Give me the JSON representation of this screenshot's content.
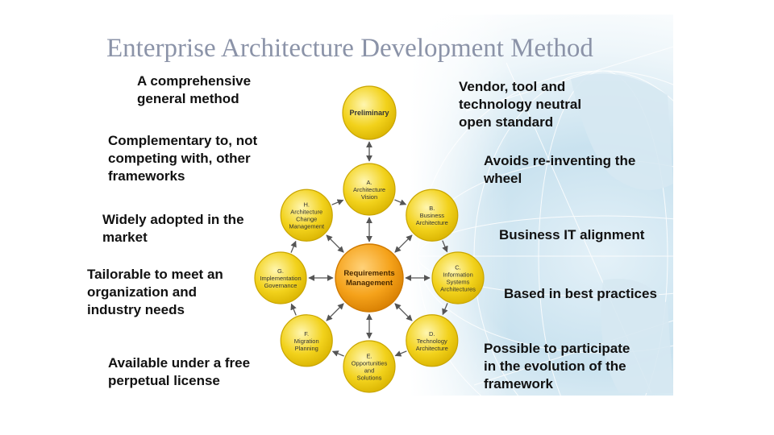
{
  "title": "Enterprise Architecture Development Method",
  "left_notes": [
    {
      "id": "comprehensive",
      "lines": [
        "A comprehensive",
        "general method"
      ]
    },
    {
      "id": "complementary",
      "lines": [
        "Complementary to, not",
        "competing with, other",
        "frameworks"
      ]
    },
    {
      "id": "widely-adopted",
      "lines": [
        "Widely adopted in the",
        "market"
      ]
    },
    {
      "id": "tailorable",
      "lines": [
        "Tailorable to meet an",
        "organization and",
        "industry needs"
      ]
    },
    {
      "id": "free-license",
      "lines": [
        "Available under a free",
        "perpetual license"
      ]
    }
  ],
  "right_notes": [
    {
      "id": "vendor-neutral",
      "lines": [
        "Vendor, tool and",
        "technology neutral",
        "open standard"
      ]
    },
    {
      "id": "reinventing",
      "lines": [
        "Avoids re-inventing the",
        "wheel"
      ]
    },
    {
      "id": "business-it",
      "lines": [
        "Business IT alignment"
      ]
    },
    {
      "id": "best-practices",
      "lines": [
        "Based in best practices"
      ]
    },
    {
      "id": "participate",
      "lines": [
        "Possible to participate",
        "in the evolution of the",
        "framework"
      ]
    }
  ],
  "diagram": {
    "preliminary": {
      "lines": [
        "Preliminary"
      ]
    },
    "center": {
      "lines": [
        "Requirements",
        "Management"
      ]
    },
    "phases": [
      {
        "id": "a",
        "lines": [
          "A.",
          "Architecture",
          "Vision"
        ]
      },
      {
        "id": "b",
        "lines": [
          "B.",
          "Business",
          "Architecture"
        ]
      },
      {
        "id": "c",
        "lines": [
          "C.",
          "Information",
          "Systems",
          "Architectures"
        ]
      },
      {
        "id": "d",
        "lines": [
          "D.",
          "Technology",
          "Architecture"
        ]
      },
      {
        "id": "e",
        "lines": [
          "E.",
          "Opportunities",
          "and",
          "Solutions"
        ]
      },
      {
        "id": "f",
        "lines": [
          "F.",
          "Migration",
          "Planning"
        ]
      },
      {
        "id": "g",
        "lines": [
          "G.",
          "Implementation",
          "Governance"
        ]
      },
      {
        "id": "h",
        "lines": [
          "H.",
          "Architecture",
          "Change",
          "Management"
        ]
      }
    ]
  },
  "colors": {
    "node_fill": "#f2d21c",
    "node_stroke": "#c9a500",
    "center_fill": "#f5a21a",
    "center_stroke": "#d07a00",
    "arrow": "#555555",
    "title": "#8b93a8"
  }
}
